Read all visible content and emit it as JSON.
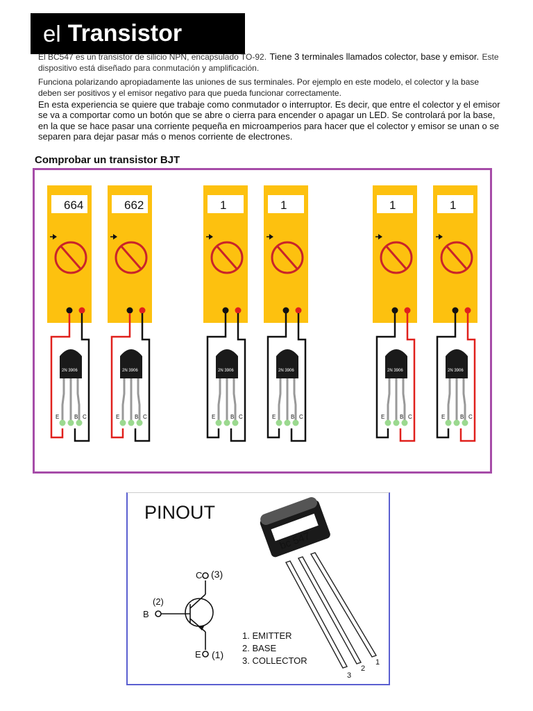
{
  "header": {
    "title_prefix": "el",
    "title_main": "Transistor"
  },
  "intro": {
    "p1_small": "El BC547 es un transistor de silicio NPN, encapsulado TO-92.",
    "p1_big": "Tiene 3 terminales llamados colector, base y emisor.",
    "p1_small2": "Este dispositivo está diseñado para conmutación y amplificación.",
    "p2": "Funciona polarizando apropiadamente las uniones de sus terminales. Por ejemplo en este modelo, el colector y la base deben ser positivos y el emisor negativo para que pueda funcionar correctamente.",
    "p3": "En esta experiencia se quiere que trabaje como conmutador o interruptor. Es decir, que entre el colector y el emisor se va a comportar como un botón que se abre o cierra para encender o apagar un LED. Se controlará por la base, en la que se hace pasar una corriente pequeña en microamperios para hacer que el colector y emisor se unan o se separen para dejar pasar más o menos corriente de electrones."
  },
  "section": {
    "heading": "Comprobar un transistor BJT"
  },
  "multimeters": [
    {
      "display": "664",
      "transistor_label": "2N 3906",
      "pins": [
        "E",
        "B",
        "C"
      ]
    },
    {
      "display": "662",
      "transistor_label": "2N 3906",
      "pins": [
        "E",
        "B",
        "C"
      ]
    },
    {
      "display": "1",
      "transistor_label": "2N 3906",
      "pins": [
        "E",
        "B",
        "C"
      ]
    },
    {
      "display": "1",
      "transistor_label": "2N 3906",
      "pins": [
        "E",
        "B",
        "C"
      ]
    },
    {
      "display": "1",
      "transistor_label": "2N 3906",
      "pins": [
        "E",
        "B",
        "C"
      ]
    },
    {
      "display": "1",
      "transistor_label": "2N 3906",
      "pins": [
        "E",
        "B",
        "C"
      ]
    }
  ],
  "pinout": {
    "title": "PINOUT",
    "package_label": "bc 547",
    "collector_label": "C",
    "collector_num": "(3)",
    "base_label": "B",
    "base_num": "(2)",
    "emitter_label": "E",
    "emitter_num": "(1)",
    "legend": [
      "1.  EMITTER",
      "2.  BASE",
      "3.  COLLECTOR"
    ],
    "leg_numbers": [
      "1",
      "2",
      "3"
    ]
  },
  "colors": {
    "meter": "#fdc10f",
    "wire_red": "#e0201c",
    "wire_black": "#111111",
    "led": "#9bd98f",
    "frame": "#a64ca8",
    "dial": "#c9242a"
  }
}
